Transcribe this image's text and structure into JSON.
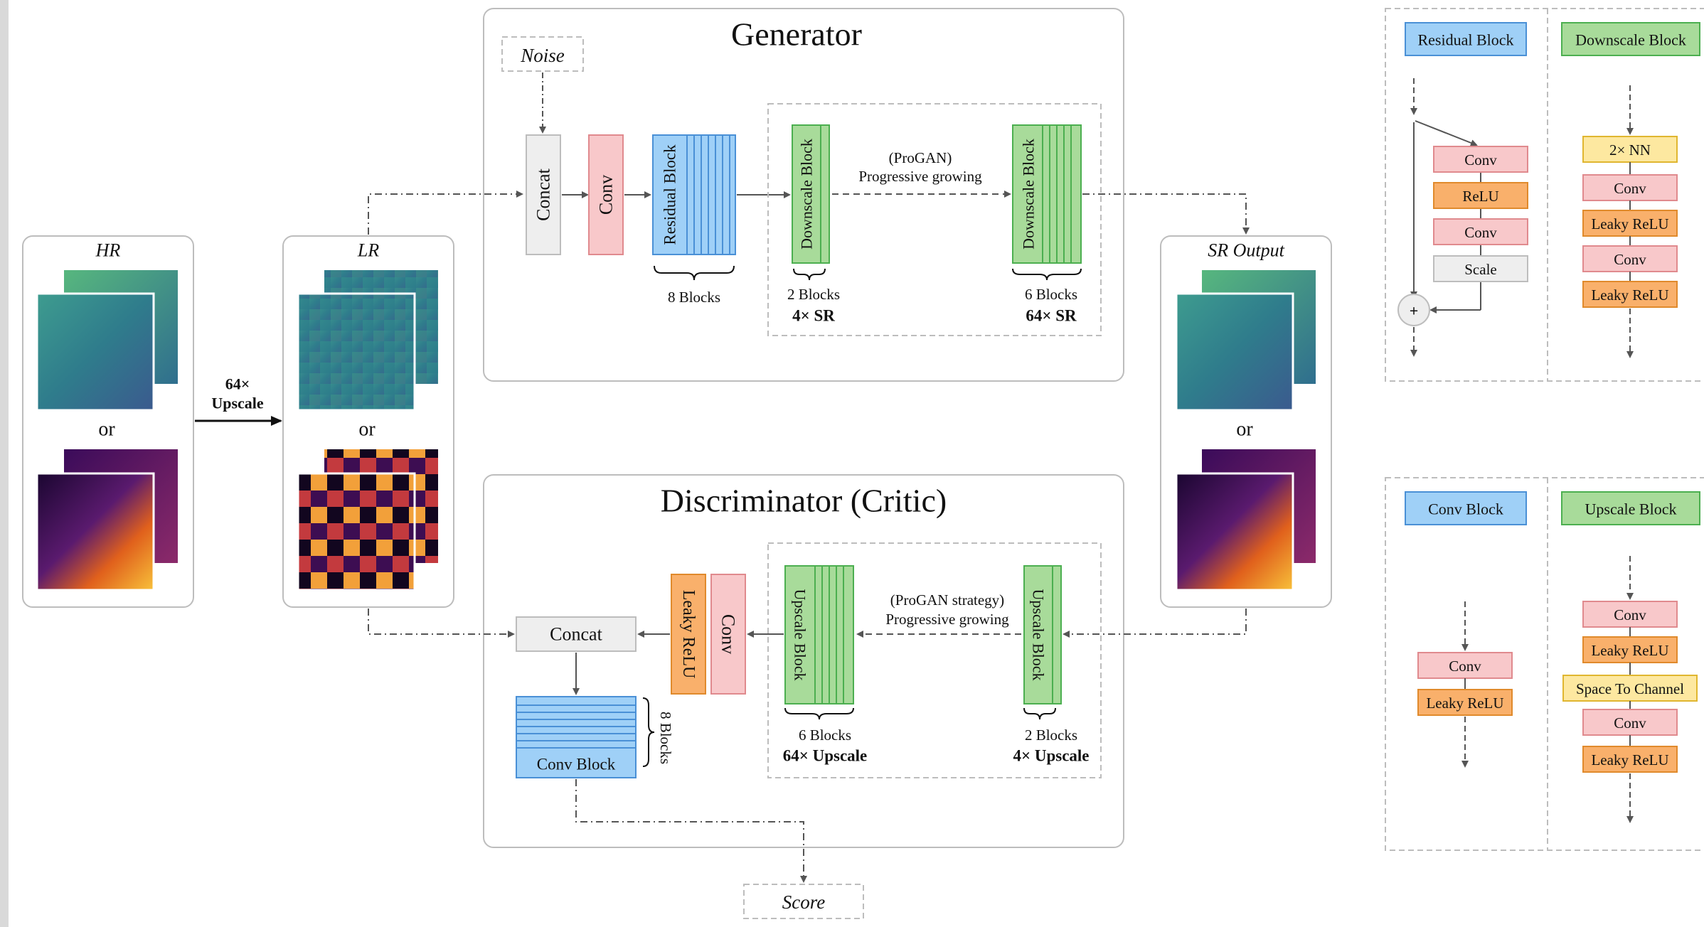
{
  "colors": {
    "residual": "#9fd0f7",
    "residual_stroke": "#4a90d6",
    "downscale": "#a8db9a",
    "downscale_stroke": "#4caf50",
    "conv": "#f8c8ca",
    "conv_stroke": "#e08a8e",
    "relu": "#f9b06b",
    "relu_stroke": "#e08a2c",
    "grey": "#eeeeee",
    "grey_stroke": "#bdbdbd",
    "yellow": "#fde8a0",
    "yellow_stroke": "#e0b630",
    "frame": "#bdbdbd"
  },
  "inputs": {
    "hr_label": "HR",
    "lr_label": "LR",
    "sr_label": "SR Output",
    "or": "or",
    "upscale_line1": "64×",
    "upscale_line2": "Upscale"
  },
  "generator": {
    "title": "Generator",
    "noise": "Noise",
    "concat": "Concat",
    "conv": "Conv",
    "residual": "Residual Block",
    "residual_count": "8 Blocks",
    "downscale": "Downscale Block",
    "progan_line1": "(ProGAN)",
    "progan_line2": "Progressive growing",
    "left_count": "2 Blocks",
    "left_factor": "4× SR",
    "right_count": "6 Blocks",
    "right_factor": "64× SR"
  },
  "discriminator": {
    "title": "Discriminator (Critic)",
    "concat": "Concat",
    "leaky": "Leaky ReLU",
    "conv": "Conv",
    "upscale": "Upscale Block",
    "progan_line1": "(ProGAN strategy)",
    "progan_line2": "Progressive growing",
    "left_count": "6 Blocks",
    "left_factor": "64× Upscale",
    "right_count": "2 Blocks",
    "right_factor": "4× Upscale",
    "convblock": "Conv Block",
    "convblock_count": "8 Blocks",
    "score": "Score"
  },
  "legend": {
    "residual_title": "Residual Block",
    "residual_items": [
      "Conv",
      "ReLU",
      "Conv",
      "Scale"
    ],
    "plus": "+",
    "downscale_title": "Downscale Block",
    "downscale_items": [
      "2× NN",
      "Conv",
      "Leaky ReLU",
      "Conv",
      "Leaky ReLU"
    ],
    "conv_title": "Conv Block",
    "conv_items": [
      "Conv",
      "Leaky ReLU"
    ],
    "upscale_title": "Upscale Block",
    "upscale_items": [
      "Conv",
      "Leaky ReLU",
      "Space To Channel",
      "Conv",
      "Leaky ReLU"
    ]
  }
}
